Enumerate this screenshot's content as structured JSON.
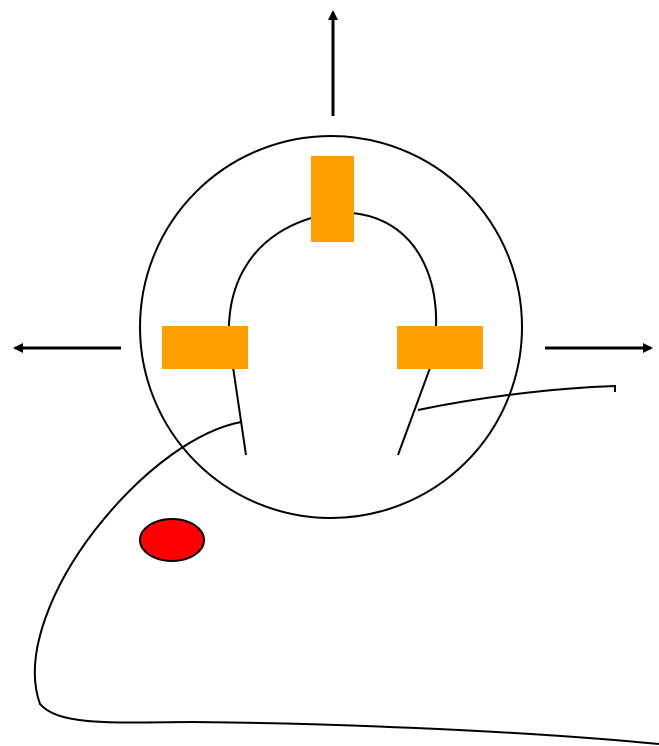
{
  "diagram": {
    "background": "#ffffff",
    "colors": {
      "stroke": "#000000",
      "pad": "#ff9f00",
      "dot": "#ff0000"
    },
    "arrows": [
      {
        "name": "arrow-up",
        "direction": "up"
      },
      {
        "name": "arrow-left",
        "direction": "left"
      },
      {
        "name": "arrow-right",
        "direction": "right"
      }
    ],
    "pads": [
      {
        "name": "pad-top",
        "orientation": "vertical"
      },
      {
        "name": "pad-left",
        "orientation": "horizontal"
      },
      {
        "name": "pad-right",
        "orientation": "horizontal"
      }
    ]
  }
}
